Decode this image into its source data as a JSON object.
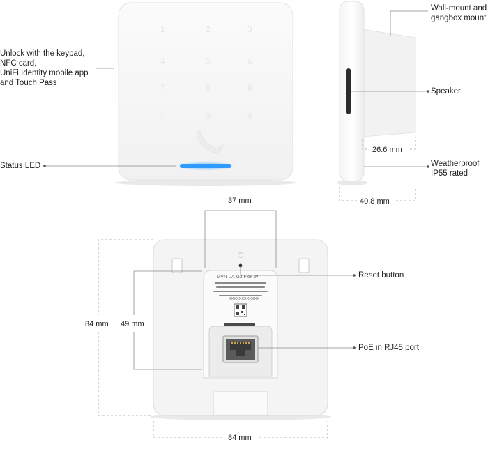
{
  "callouts": {
    "unlock": [
      "Unlock with the keypad,",
      "NFC card,",
      "UniFi Identity mobile app",
      "and Touch Pass"
    ],
    "status_led": "Status LED",
    "wall_mount": [
      "Wall-mount and",
      "gangbox mount"
    ],
    "speaker": "Speaker",
    "weatherproof": [
      "Weatherproof",
      "IP55 rated"
    ],
    "reset_button": "Reset button",
    "poe_port": "PoE in RJ45 port"
  },
  "dimensions": {
    "side_depth": "26.6 mm",
    "side_total": "40.8 mm",
    "back_top": "37 mm",
    "back_height": "84 mm",
    "back_inner_height": "49 mm",
    "back_width": "84 mm"
  },
  "device_label": {
    "model": "MVN-UA-G3-Flex-W",
    "serial": "XXXXXXXXXXXX"
  },
  "colors": {
    "led": "#2f9bff",
    "body": "#f6f6f6",
    "outline": "#d8d8d8"
  }
}
